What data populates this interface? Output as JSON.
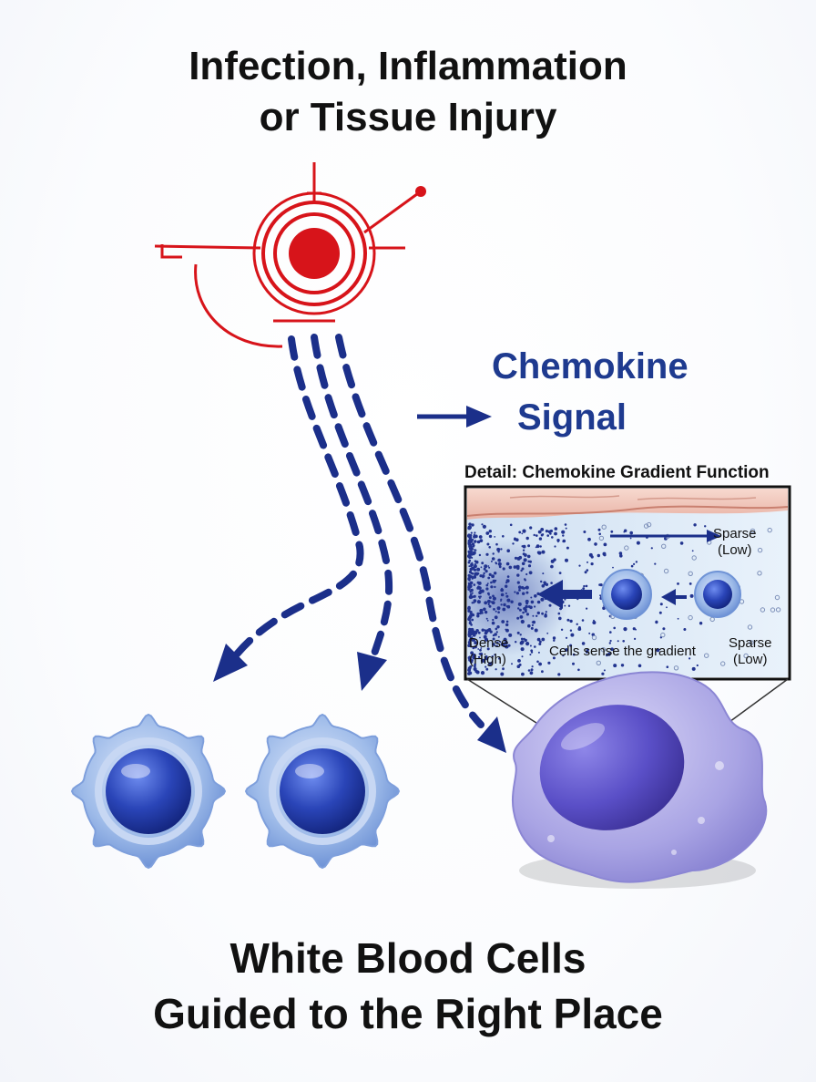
{
  "title": {
    "line1": "Infection, Inflammation",
    "line2": "or Tissue Injury"
  },
  "signal": {
    "line1": "Chemokine",
    "line2": "Signal"
  },
  "detail": {
    "title": "Detail: Chemokine Gradient Function",
    "sparse_top_line1": "Sparse",
    "sparse_top_line2": "(Low)",
    "dense_line1": "Dense",
    "dense_line2": "(High)",
    "sense_label": "Cells sense the gradient",
    "sparse_bottom_line1": "Sparse",
    "sparse_bottom_line2": "(Low)"
  },
  "footer": {
    "line1": "White Blood Cells",
    "line2": "Guided to the Right Place"
  },
  "colors": {
    "injury_red": "#d7141a",
    "signal_navy": "#1b2f8a",
    "cell_blue": "#8fb0e4",
    "nucleus_blue": "#2a45b8",
    "macrophage_purple": "#9c97dd"
  },
  "icons": [
    "injury-target-icon",
    "white-blood-cell-icon",
    "macrophage-icon",
    "gradient-dots"
  ]
}
